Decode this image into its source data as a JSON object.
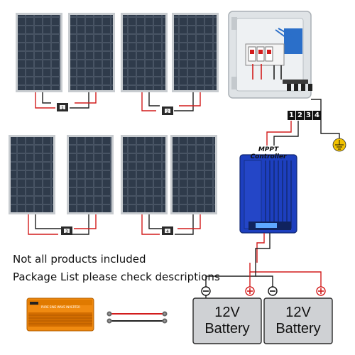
{
  "notes": {
    "line1": "Not all products included",
    "line2": "Package List please check descriptions"
  },
  "controller": {
    "title": "MPPT Controller"
  },
  "combiner": {
    "terminals": [
      "1",
      "2",
      "3",
      "4"
    ]
  },
  "batteries": [
    {
      "line1": "12V",
      "line2": "Battery"
    },
    {
      "line1": "12V",
      "line2": "Battery"
    }
  ],
  "polarity": {
    "negative": "−",
    "positive": "+"
  },
  "inverter": {
    "brand_text": "PURE SINE WAVE INVERTER"
  },
  "colors": {
    "panel": "#202a36",
    "panel_cell": "#2e3a4a",
    "panel_frame": "#c8ccd0",
    "controller_blue": "#1d3fbf",
    "inverter_orange": "#f08a10",
    "wire_red": "#d21c1c",
    "wire_black": "#202020",
    "ground_yellow": "#f2c200",
    "battery_gray": "#cfd1d4"
  },
  "icons": [
    "solar-panel-icon",
    "combiner-box-icon",
    "ground-icon",
    "charge-controller-icon",
    "battery-icon",
    "inverter-icon",
    "connector-icon"
  ]
}
